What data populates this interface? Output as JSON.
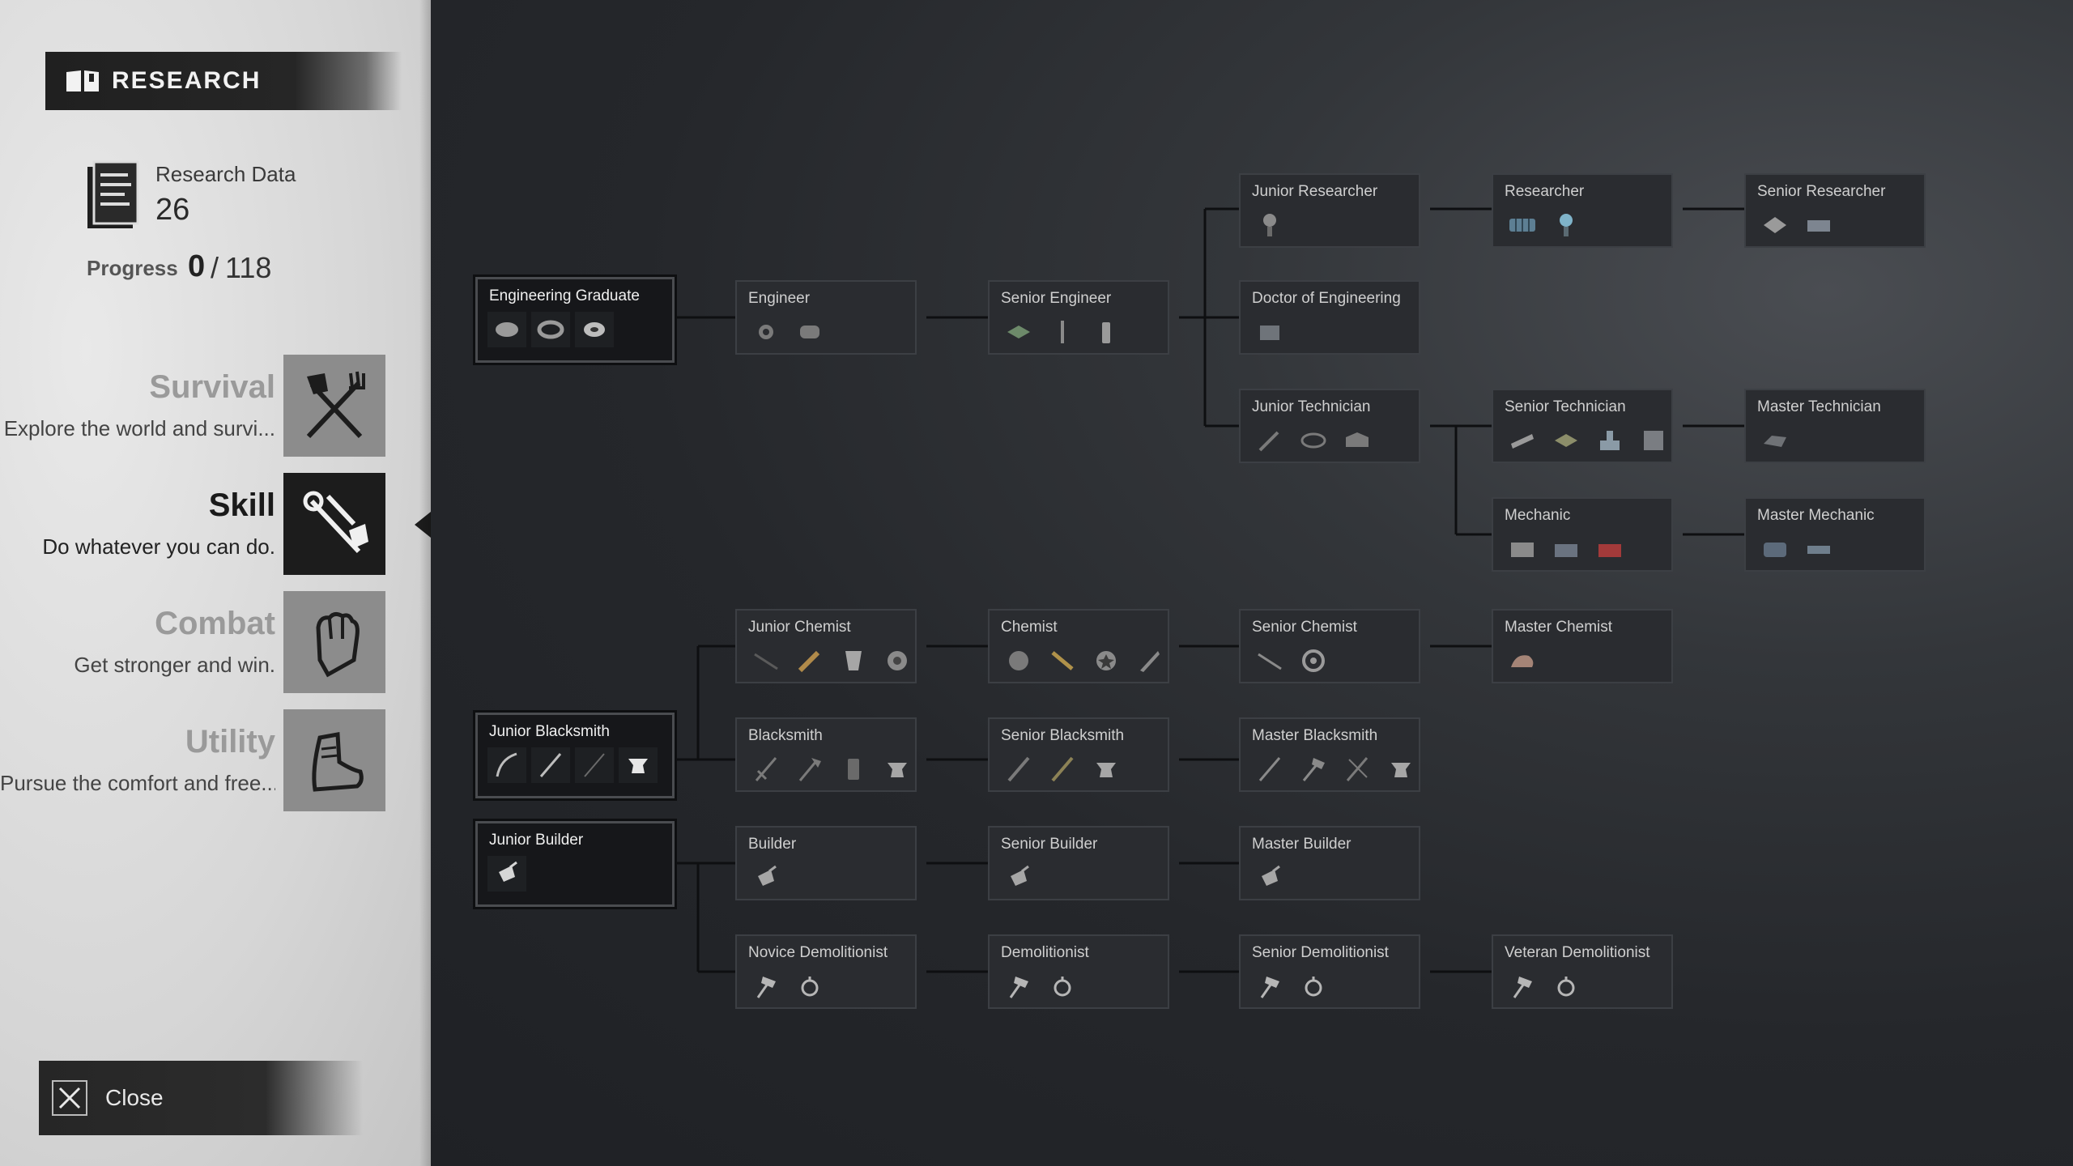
{
  "panel": {
    "title": "RESEARCH",
    "research_data_label": "Research Data",
    "research_data_value": "26",
    "progress_label": "Progress",
    "progress_current": "0",
    "progress_separator": "/",
    "progress_total": "118",
    "close_label": "Close"
  },
  "categories": [
    {
      "name": "Survival",
      "description": "Explore the world and survi...",
      "icon": "axe-fork-icon",
      "active": false
    },
    {
      "name": "Skill",
      "description": "Do whatever you can do.",
      "icon": "wrench-shovel-icon",
      "active": true
    },
    {
      "name": "Combat",
      "description": "Get stronger and win.",
      "icon": "fist-icon",
      "active": false
    },
    {
      "name": "Utility",
      "description": "Pursue the comfort and free...",
      "icon": "shoe-icon",
      "active": false
    }
  ],
  "colors": {
    "panel_bg": "#d9d9d9",
    "tree_bg": "#1f2125",
    "node_bg": "#2a2c30",
    "node_learnable_bg": "#16171a",
    "accent_white": "#f0f0f0"
  },
  "tree_nodes": [
    {
      "id": "junior-researcher",
      "title": "Junior Researcher",
      "items": [
        "bulb-icon"
      ],
      "learnable": false
    },
    {
      "id": "researcher",
      "title": "Researcher",
      "items": [
        "coil-icon",
        "blue-bulb-icon"
      ],
      "learnable": false
    },
    {
      "id": "senior-researcher",
      "title": "Senior Researcher",
      "items": [
        "paper-icon",
        "device-icon"
      ],
      "learnable": false
    },
    {
      "id": "engineering-graduate",
      "title": "Engineering Graduate",
      "items": [
        "disc-icon",
        "ring-icon",
        "tape-icon"
      ],
      "learnable": true
    },
    {
      "id": "engineer",
      "title": "Engineer",
      "items": [
        "gear-icon",
        "canister-icon"
      ],
      "learnable": false
    },
    {
      "id": "senior-engineer",
      "title": "Senior Engineer",
      "items": [
        "chip-icon",
        "needle-icon",
        "battery-icon"
      ],
      "learnable": false
    },
    {
      "id": "doctor-of-engineering",
      "title": "Doctor of Engineering",
      "items": [
        "box-icon"
      ],
      "learnable": false
    },
    {
      "id": "junior-technician",
      "title": "Junior Technician",
      "items": [
        "wrench-icon",
        "wire-icon",
        "case-icon"
      ],
      "learnable": false
    },
    {
      "id": "senior-technician",
      "title": "Senior Technician",
      "items": [
        "plank-icon",
        "circuit-icon",
        "turret-icon",
        "safe-icon"
      ],
      "learnable": false
    },
    {
      "id": "master-technician",
      "title": "Master Technician",
      "items": [
        "drone-icon"
      ],
      "learnable": false
    },
    {
      "id": "mechanic",
      "title": "Mechanic",
      "items": [
        "engine-icon",
        "toolbox-icon",
        "red-machine-icon"
      ],
      "learnable": false
    },
    {
      "id": "master-mechanic",
      "title": "Master Mechanic",
      "items": [
        "tank-icon",
        "panel-icon"
      ],
      "learnable": false
    },
    {
      "id": "junior-chemist",
      "title": "Junior Chemist",
      "items": [
        "rod-icon",
        "torch-icon",
        "cup-icon",
        "pot-icon"
      ],
      "learnable": false
    },
    {
      "id": "chemist",
      "title": "Chemist",
      "items": [
        "orb-icon",
        "flare-icon",
        "grenade-icon",
        "blade-icon"
      ],
      "learnable": false
    },
    {
      "id": "senior-chemist",
      "title": "Senior Chemist",
      "items": [
        "syringe-icon",
        "wheel-icon"
      ],
      "learnable": false
    },
    {
      "id": "master-chemist",
      "title": "Master Chemist",
      "items": [
        "shell-icon"
      ],
      "learnable": false
    },
    {
      "id": "junior-blacksmith",
      "title": "Junior Blacksmith",
      "items": [
        "bow-icon",
        "stick-icon",
        "spear-icon",
        "anvil-icon"
      ],
      "learnable": true
    },
    {
      "id": "blacksmith",
      "title": "Blacksmith",
      "items": [
        "sword-icon",
        "hatchet-icon",
        "canister-icon",
        "anvil-icon"
      ],
      "learnable": false
    },
    {
      "id": "senior-blacksmith",
      "title": "Senior Blacksmith",
      "items": [
        "rifle-icon",
        "staff-icon",
        "anvil-icon"
      ],
      "learnable": false
    },
    {
      "id": "master-blacksmith",
      "title": "Master Blacksmith",
      "items": [
        "dagger-icon",
        "hammer-icon",
        "crossbow-icon",
        "anvil-icon"
      ],
      "learnable": false
    },
    {
      "id": "junior-builder",
      "title": "Junior Builder",
      "items": [
        "trowel-icon"
      ],
      "learnable": true
    },
    {
      "id": "builder",
      "title": "Builder",
      "items": [
        "trowel-icon"
      ],
      "learnable": false
    },
    {
      "id": "senior-builder",
      "title": "Senior Builder",
      "items": [
        "trowel-icon"
      ],
      "learnable": false
    },
    {
      "id": "master-builder",
      "title": "Master Builder",
      "items": [
        "trowel-icon"
      ],
      "learnable": false
    },
    {
      "id": "novice-demolitionist",
      "title": "Novice Demolitionist",
      "items": [
        "sledgehammer-icon",
        "bomb-icon"
      ],
      "learnable": false
    },
    {
      "id": "demolitionist",
      "title": "Demolitionist",
      "items": [
        "sledgehammer-icon",
        "bomb-icon"
      ],
      "learnable": false
    },
    {
      "id": "senior-demolitionist",
      "title": "Senior Demolitionist",
      "items": [
        "sledgehammer-icon",
        "bomb-icon"
      ],
      "learnable": false
    },
    {
      "id": "veteran-demolitionist",
      "title": "Veteran Demolitionist",
      "items": [
        "sledgehammer-icon",
        "bomb-icon"
      ],
      "learnable": false
    }
  ]
}
